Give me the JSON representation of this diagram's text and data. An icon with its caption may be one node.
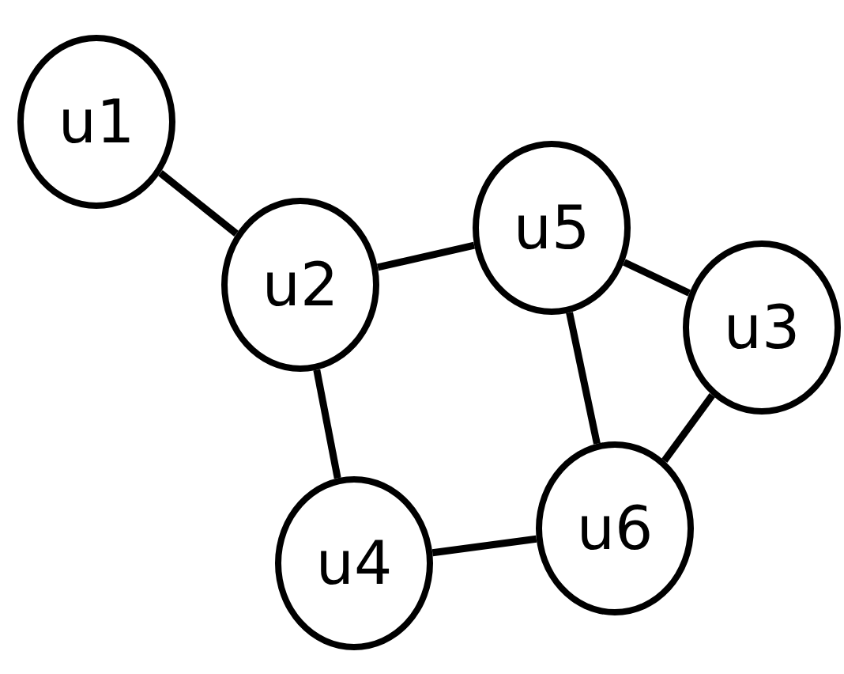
{
  "diagram": {
    "nodes": [
      {
        "text": [
          "u1"
        ]
      },
      {
        "text": [
          "u2"
        ]
      },
      {
        "text": [
          "u5"
        ]
      },
      {
        "text": [
          "u3"
        ]
      },
      {
        "text": [
          "u6"
        ]
      },
      {
        "text": [
          "u4"
        ]
      }
    ],
    "edges": [
      {
        "from": 0,
        "to": 1,
        "arrow": "none"
      },
      {
        "from": 1,
        "to": 2,
        "arrow": "none"
      },
      {
        "from": 1,
        "to": 5,
        "arrow": "none"
      },
      {
        "from": 2,
        "to": 3,
        "arrow": "none"
      },
      {
        "from": 2,
        "to": 4,
        "arrow": "none"
      },
      {
        "from": 3,
        "to": 4,
        "arrow": "none"
      },
      {
        "from": 5,
        "to": 4,
        "arrow": "none"
      }
    ]
  }
}
